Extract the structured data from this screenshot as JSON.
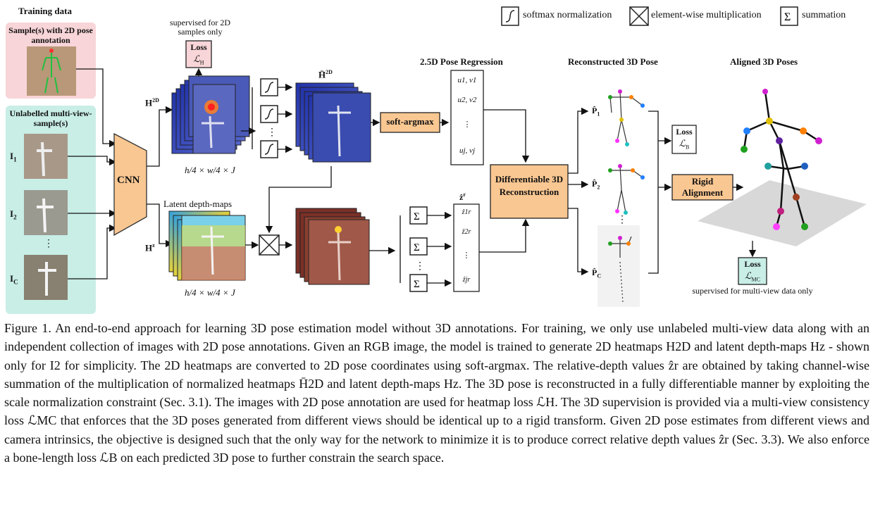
{
  "legend": {
    "softmax": "softmax normalization",
    "multiply": "element-wise multiplication",
    "sum": "summation"
  },
  "left": {
    "training_data": "Training data",
    "sample_2d": "Sample(s) with 2D pose annotation",
    "unlabelled": "Unlabelled multi-view-sample(s)",
    "views": [
      "I",
      "I",
      "I"
    ],
    "view_subs": [
      "1",
      "2",
      "C"
    ]
  },
  "cnn": "CNN",
  "loss_h": {
    "note": "supervised for 2D samples only",
    "title": "Loss",
    "symbol": "ℒ",
    "sub": "H"
  },
  "heatmaps": {
    "label": "H",
    "sup": "2D",
    "norm_label": "H̄",
    "dims": "h/4 × w/4 × J"
  },
  "depth": {
    "title": "Latent depth-maps",
    "label": "H",
    "sup": "z",
    "dims": "h/4 × w/4 × J"
  },
  "softargmax": "soft-argmax",
  "pose_regression": {
    "title": "2.5D Pose Regression",
    "entries": [
      "u1, v1",
      "u2, v2",
      "⋮",
      "uj, vj"
    ]
  },
  "z_vector": {
    "label": "ẑ",
    "sup": "r",
    "entries": [
      "ẑ1r",
      "ẑ2r",
      "⋮",
      "ẑjr"
    ]
  },
  "reconstruction": {
    "label": "Differentiable 3D Reconstruction"
  },
  "recon_3d": {
    "title": "Reconstructed 3D Pose",
    "poses": [
      "P̂",
      "P̂",
      "P̂"
    ],
    "pose_subs": [
      "1",
      "2",
      "C"
    ]
  },
  "loss_b": {
    "title": "Loss",
    "symbol": "ℒ",
    "sub": "B"
  },
  "rigid": "Rigid Alignment",
  "aligned": {
    "title": "Aligned 3D Poses"
  },
  "loss_mc": {
    "title": "Loss",
    "symbol": "ℒ",
    "sub": "MC",
    "note": "supervised for multi-view data only"
  },
  "caption": {
    "text": "Figure 1. An end-to-end approach for learning 3D pose estimation model without 3D annotations. For training, we only use unlabeled multi-view data along with an independent collection of images with 2D pose annotations. Given an RGB image, the model is trained to generate 2D heatmaps H2D and latent depth-maps Hz - shown only for I2 for simplicity. The 2D heatmaps are converted to 2D pose coordinates using soft-argmax. The relative-depth values ẑr are obtained by taking channel-wise summation of the multiplication of normalized heatmaps H̄2D and latent depth-maps Hz. The 3D pose is reconstructed in a fully differentiable manner by exploiting the scale normalization constraint (Sec. 3.1). The images with 2D pose annotation are used for heatmap loss ℒH. The 3D supervision is provided via a multi-view consistency loss ℒMC that enforces that the 3D poses generated from different views should be identical up to a rigid transform. Given 2D pose estimates from different views and camera intrinsics, the objective is designed such that the only way for the network to minimize it is to produce correct relative depth values ẑr (Sec. 3.3). We also enforce a bone-length loss ℒB on each predicted 3D pose to further constrain the search space."
  }
}
